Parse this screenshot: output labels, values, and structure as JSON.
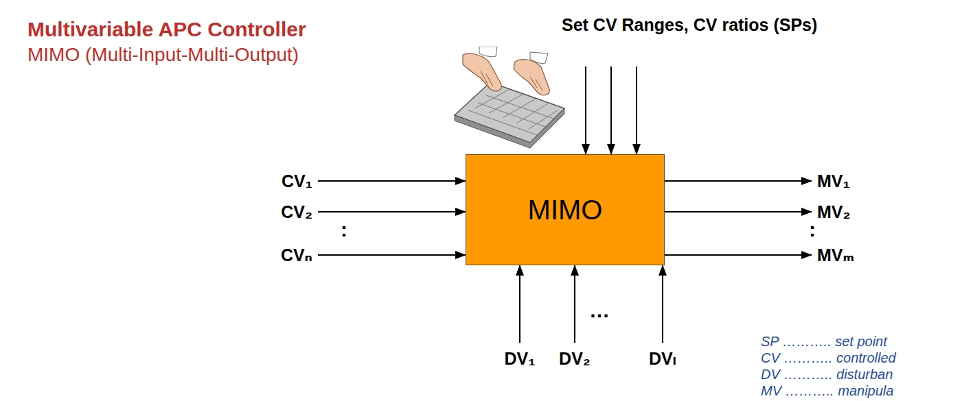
{
  "diagram": {
    "title": "Multivariable APC Controller",
    "nodes": [
      {
        "text": [
          "Set CV Ranges, CV ratios (SPs)"
        ]
      },
      {
        "text": [
          "MIMO"
        ]
      },
      {
        "text": [
          "CV₁"
        ]
      },
      {
        "text": [
          "CV₂"
        ]
      },
      {
        "text": [
          "CVₙ"
        ]
      },
      {
        "text": [
          "MV₁"
        ]
      },
      {
        "text": [
          "MV₂"
        ]
      },
      {
        "text": [
          "MVₘ"
        ]
      },
      {
        "text": [
          "DV₁"
        ]
      },
      {
        "text": [
          "DV₂"
        ]
      },
      {
        "text": [
          "DVₗ"
        ]
      }
    ],
    "edges": [
      {
        "from": 0,
        "to": 1,
        "arrow": "to"
      },
      {
        "from": 0,
        "to": 1,
        "arrow": "to"
      },
      {
        "from": 0,
        "to": 1,
        "arrow": "to"
      },
      {
        "from": 2,
        "to": 1,
        "arrow": "to"
      },
      {
        "from": 3,
        "to": 1,
        "arrow": "to"
      },
      {
        "from": 4,
        "to": 1,
        "arrow": "to"
      },
      {
        "from": 1,
        "to": 5,
        "arrow": "to"
      },
      {
        "from": 1,
        "to": 6,
        "arrow": "to"
      },
      {
        "from": 1,
        "to": 7,
        "arrow": "to"
      },
      {
        "from": 8,
        "to": 1,
        "arrow": "to"
      },
      {
        "from": 9,
        "to": 1,
        "arrow": "to"
      },
      {
        "from": 10,
        "to": 1,
        "arrow": "to"
      }
    ],
    "labels": [
      "MIMO (Multi-Input-Multi-Output)",
      ":",
      ":",
      "…",
      "SP ……….. set point",
      "CV ……….. controlled",
      "DV ……….. disturban",
      "MV ……….. manipula"
    ]
  }
}
